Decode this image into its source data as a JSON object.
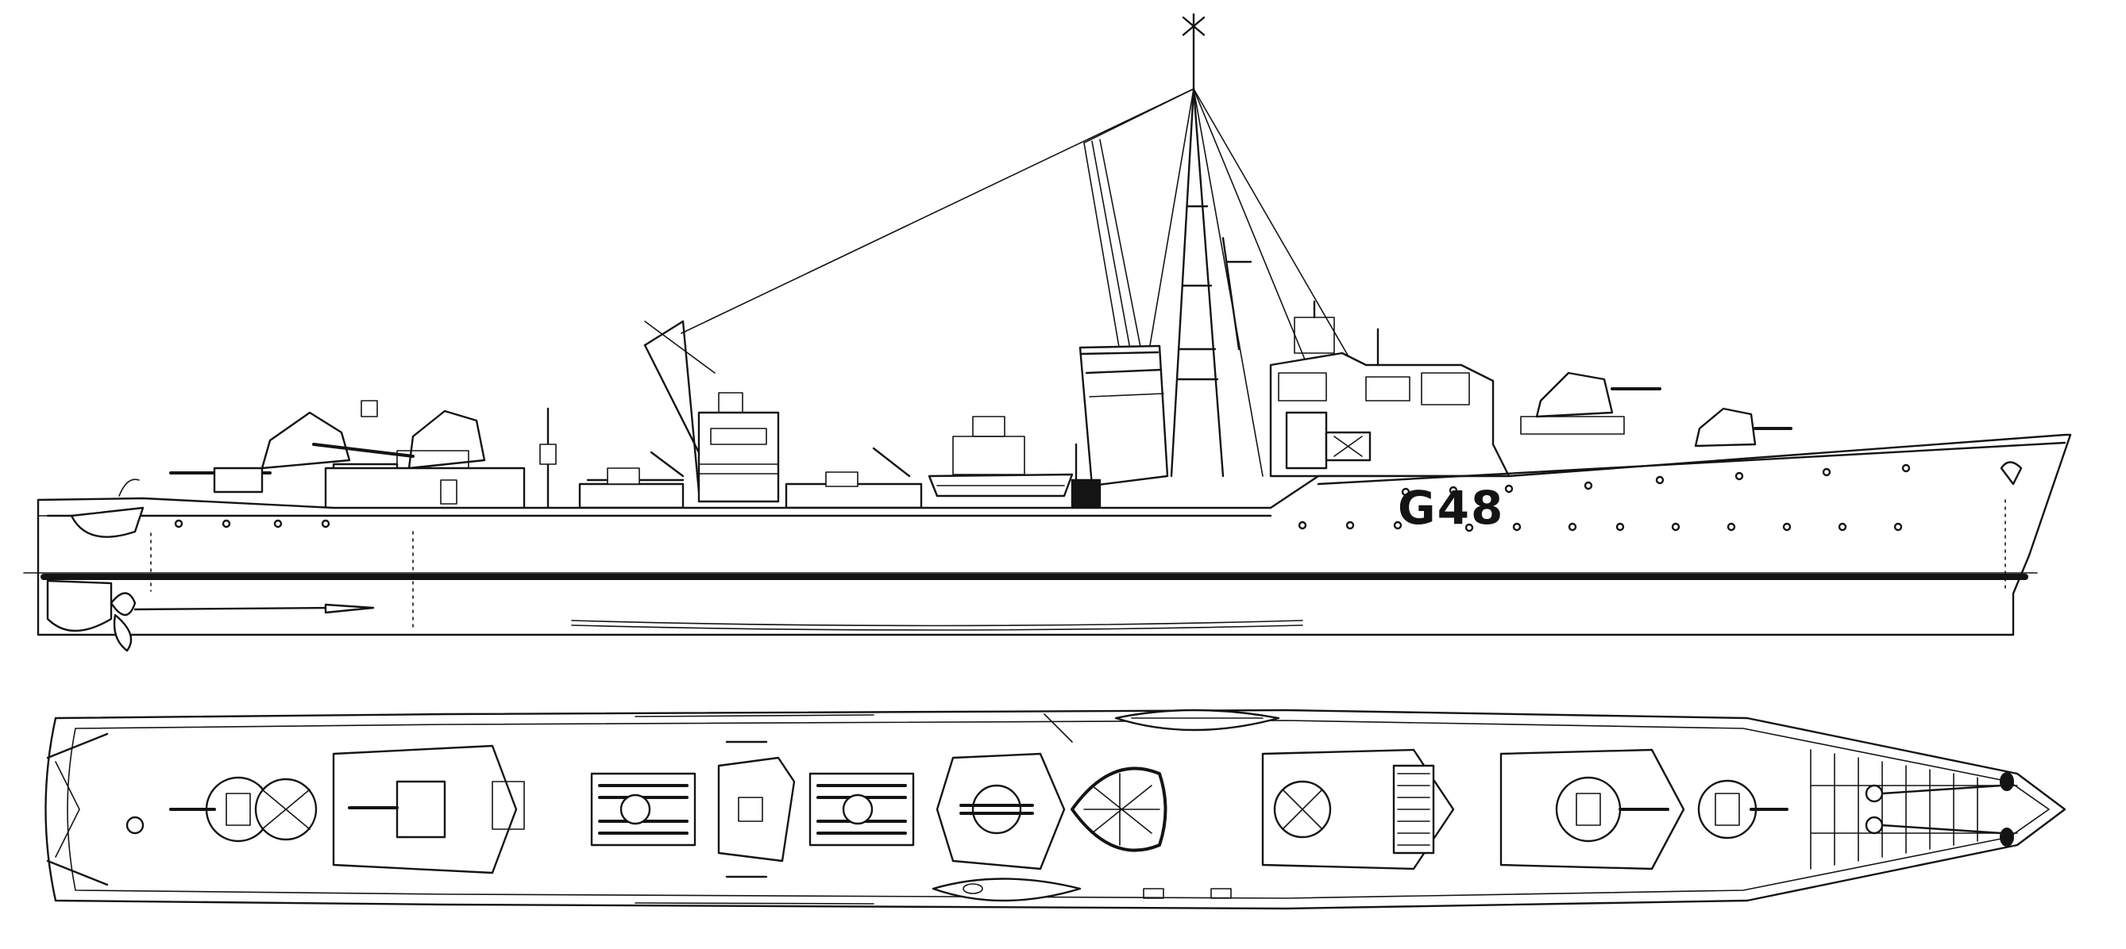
{
  "drawing": {
    "pennant_number": "G48",
    "views": [
      "side-elevation",
      "plan-view"
    ],
    "ink_color": "#141414",
    "background": "#ffffff"
  }
}
